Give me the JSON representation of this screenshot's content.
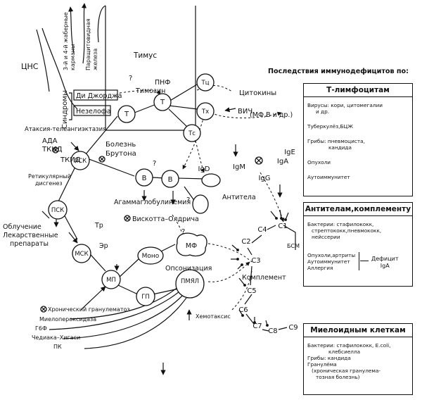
{
  "heading": "Последствия иммунодефицитов по:",
  "panels": {
    "t": {
      "title": "Т-лимфоцитам",
      "items": [
        "Вирусы: кори, цитомегалии",
        "и др.",
        "Туберкулёз,БЦЖ",
        "Грибы: пневмоциста,",
        "кандида",
        "Опухоли",
        "Аутоиммунитет"
      ]
    },
    "ab": {
      "title": "Антителам,комплементу",
      "items": [
        "Бактерии: стафилококк,",
        "стрептококк,пневмококк,",
        "нейссерии"
      ],
      "sub": [
        "Опухоли,артриты",
        "Аутоиммунитет",
        "Аллергия"
      ],
      "deficit": [
        "Дефицит",
        "IgA"
      ]
    },
    "my": {
      "title": "Миелоидным клеткам",
      "items": [
        "Бактерии: стафилококк, E.coli,",
        "клебсиелла",
        "Грибы: кандида",
        "Гранулёма",
        "(хроническая гранулема-",
        "тозная болезнь)"
      ]
    }
  },
  "labels": {
    "cns": "ЦНС",
    "arches": [
      "3-й и 4-й жаберные",
      "карманы"
    ],
    "parathyroid": [
      "Паращитовидная",
      "железа"
    ],
    "thymus": "Тимус",
    "syndromes": "Синдромы",
    "digeorge": "Ди Джорджа",
    "nezelof": "Незелофа",
    "thymosin": "Тимозин",
    "pnf": "ПНФ",
    "question": "?",
    "cytokines": "Цитокины",
    "cytokines_sub": "(МФ,В и др.)",
    "hiv": "ВИЧ",
    "ataxia": "Атаксия-телеангиэктазия",
    "ada": "АДА",
    "tkid": "ТКИД",
    "xtkid": "ТКИД",
    "bruton": [
      "Болезнь",
      "Брутона"
    ],
    "agamma": "Агаммаглобулинемия",
    "antibodies": "Антитела",
    "reticular": [
      "Ретикулярный",
      "дисгенез"
    ],
    "wiskott": "Вискотта–Олдрича",
    "irradiation": [
      "Облучение",
      "Лекарственные",
      "препараты"
    ],
    "tr": "Тр",
    "er": "Эр",
    "opsonization": "Опсонизация",
    "complement": "Комплемент",
    "chemotaxis": "Хемотаксис",
    "cgd": "Хронический гранулематоз",
    "mpo": "Миелопероксидаза",
    "g6f": "Г6Ф",
    "chediak": "Чедиака–Хигаси",
    "pk": "ПК",
    "bsm": "БСМ"
  },
  "nodes": {
    "lsk1": "ЛСК",
    "psk": "ПСК",
    "msk": "МСК",
    "mp": "МП",
    "gp": "ГП",
    "pmyal": "ПМЯЛ",
    "mono": "Моно",
    "mf": "МФ",
    "t1": "Т",
    "t2": "Т",
    "tc1": "Тц",
    "tx": "Тх",
    "tc2": "Тс",
    "b1": "В",
    "b2": "В",
    "igd": "IgD",
    "igm": "IgM",
    "igg": "IgG",
    "ige": "IgE",
    "iga": "IgA"
  },
  "complement": [
    "C1",
    "C2",
    "C3",
    "C4",
    "C5",
    "C6",
    "C7",
    "C8",
    "C9"
  ]
}
